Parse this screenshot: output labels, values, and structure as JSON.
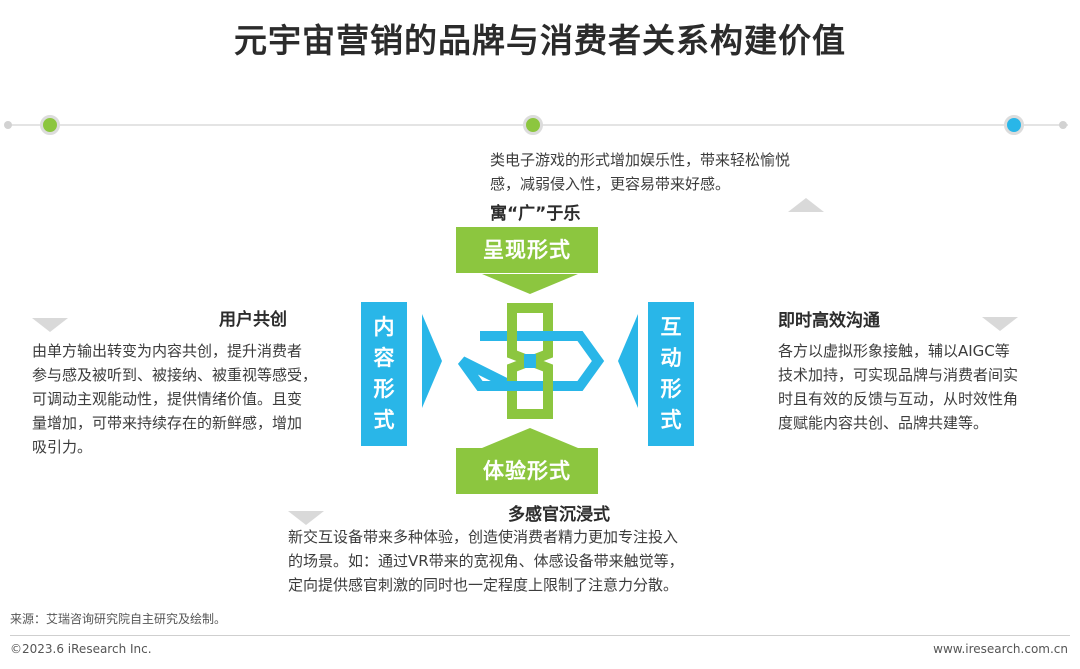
{
  "title": "元宇宙营销的品牌与消费者关系构建价值",
  "top": {
    "heading": "寓“广”于乐",
    "desc_line1": "类电子游戏的形式增加娱乐性，带来轻松愉悦",
    "desc_line2": "感，减弱侵入性，更容易带来好感。"
  },
  "left": {
    "heading": "用户共创",
    "lines": [
      "由单方输出转变为内容共创，提升消费者",
      "参与感及被听到、被接纳、被重视等感受，",
      "可调动主观能动性，提供情绪价值。且变",
      "量增加，可带来持续存在的新鲜感，增加",
      "吸引力。"
    ]
  },
  "right": {
    "heading": "即时高效沟通",
    "lines": [
      "各方以虚拟形象接触，辅以AIGC等",
      "技术加持，可实现品牌与消费者间实",
      "时且有效的反馈与互动，从时效性角",
      "度赋能内容共创、品牌共建等。"
    ]
  },
  "bottom": {
    "heading": "多感官沉浸式",
    "lines": [
      "新交互设备带来多种体验，创造使消费者精力更加专注投入",
      "的场景。如：通过VR带来的宽视角、体感设备带来触觉等，",
      "定向提供感官刺激的同时也一定程度上限制了注意力分散。"
    ]
  },
  "boxes": {
    "top": "呈现形式",
    "bottom": "体验形式",
    "left": [
      "内",
      "容",
      "形",
      "式"
    ],
    "right": [
      "互",
      "动",
      "形",
      "式"
    ]
  },
  "colors": {
    "green": "#8cc63f",
    "blue": "#29b6e8",
    "gray": "#d9d9d9"
  },
  "footer": {
    "source": "来源：艾瑞咨询研究院自主研究及绘制。",
    "copyright": "©2023.6 iResearch Inc.",
    "website": "www.iresearch.com.cn"
  }
}
